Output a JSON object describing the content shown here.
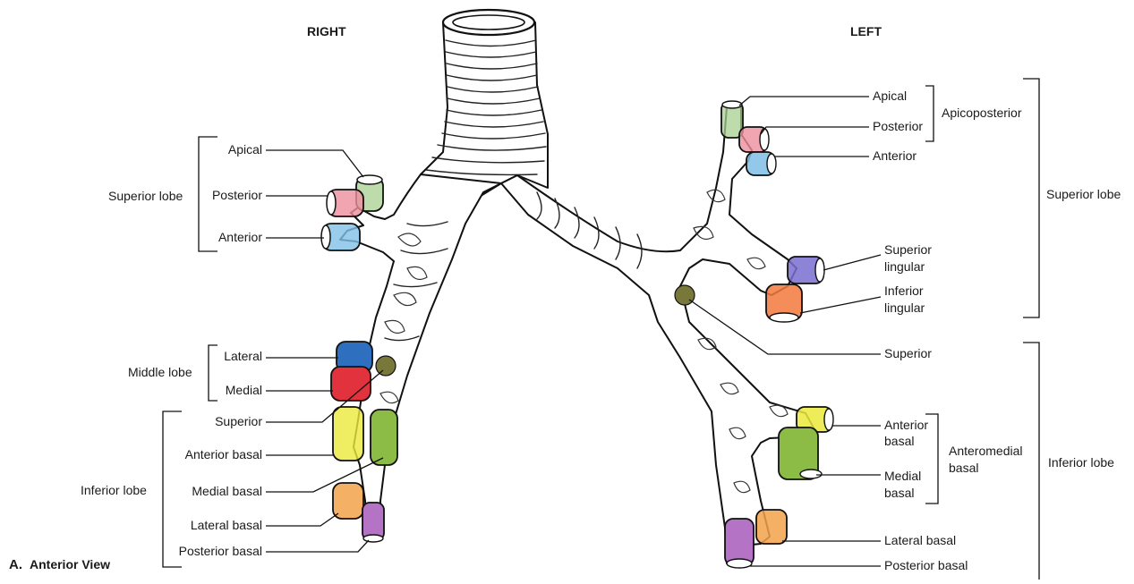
{
  "headers": {
    "right": "RIGHT",
    "left": "LEFT"
  },
  "caption": {
    "letter": "A.",
    "text": "Anterior View"
  },
  "right": {
    "groups": {
      "superior": "Superior lobe",
      "middle": "Middle lobe",
      "inferior": "Inferior lobe"
    },
    "segments": {
      "apical": "Apical",
      "posterior": "Posterior",
      "anterior": "Anterior",
      "lateral": "Lateral",
      "medial": "Medial",
      "superior": "Superior",
      "anterior_basal": "Anterior basal",
      "medial_basal": "Medial basal",
      "lateral_basal": "Lateral basal",
      "posterior_basal": "Posterior basal"
    }
  },
  "left": {
    "groups": {
      "apicoposterior": "Apicoposterior",
      "superior": "Superior lobe",
      "anteromedial_1": "Anteromedial",
      "anteromedial_2": "basal",
      "inferior": "Inferior lobe"
    },
    "segments": {
      "apical": "Apical",
      "posterior": "Posterior",
      "anterior": "Anterior",
      "superior_lingular_1": "Superior",
      "superior_lingular_2": "lingular",
      "inferior_lingular_1": "Inferior",
      "inferior_lingular_2": "lingular",
      "superior": "Superior",
      "anterior_basal_1": "Anterior",
      "anterior_basal_2": "basal",
      "medial_basal_1": "Medial",
      "medial_basal_2": "basal",
      "lateral_basal": "Lateral basal",
      "posterior_basal": "Posterior basal"
    }
  },
  "segment_colors": {
    "apical": "#a8cf8f",
    "posterior": "#ec8f9c",
    "anterior": "#7fc0e6",
    "lateral": "#2e6fbf",
    "medial": "#e2323d",
    "superior": "#77783a",
    "anterior_basal": "#ebea3c",
    "medial_basal": "#8cbc45",
    "lateral_basal": "#f2a24a",
    "posterior_basal": "#b473c4",
    "superior_lingular": "#7a6fd0",
    "inferior_lingular": "#f3793d"
  }
}
